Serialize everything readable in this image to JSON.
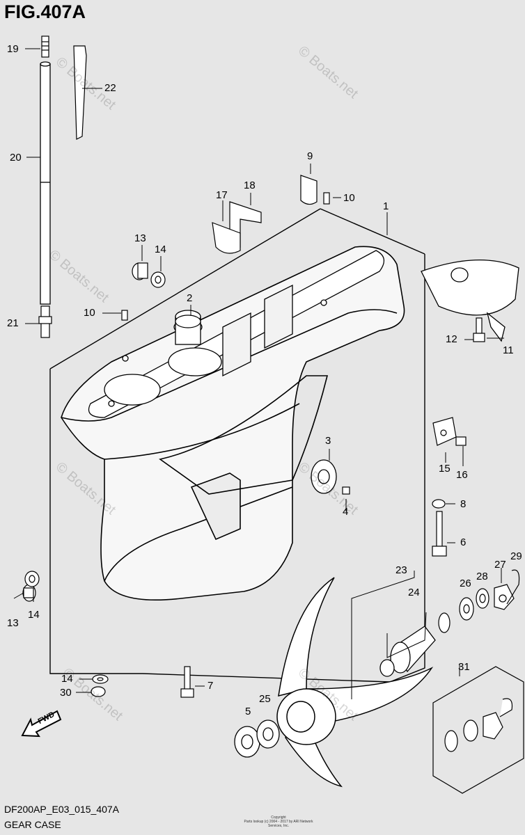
{
  "figure": {
    "title": "FIG.407A"
  },
  "footer": {
    "code": "DF200AP_E03_015_407A",
    "name": "GEAR CASE"
  },
  "watermarks": [
    "© Boats.net",
    "© Boats.net",
    "© Boats.net",
    "© Boats.net",
    "© Boats.net",
    "© Boats.net",
    "© Boats.net"
  ],
  "copyright": [
    "Copyright",
    "Parts lookup (c) 2004 - 2017 by ARI Network Services, Inc."
  ],
  "fwd_label": "FWD",
  "callouts": [
    "1",
    "2",
    "3",
    "4",
    "5",
    "6",
    "7",
    "8",
    "9",
    "10",
    "10",
    "11",
    "12",
    "13",
    "13",
    "14",
    "14",
    "14",
    "15",
    "16",
    "17",
    "18",
    "19",
    "20",
    "21",
    "22",
    "23",
    "24",
    "25",
    "26",
    "27",
    "28",
    "29",
    "30",
    "31"
  ]
}
